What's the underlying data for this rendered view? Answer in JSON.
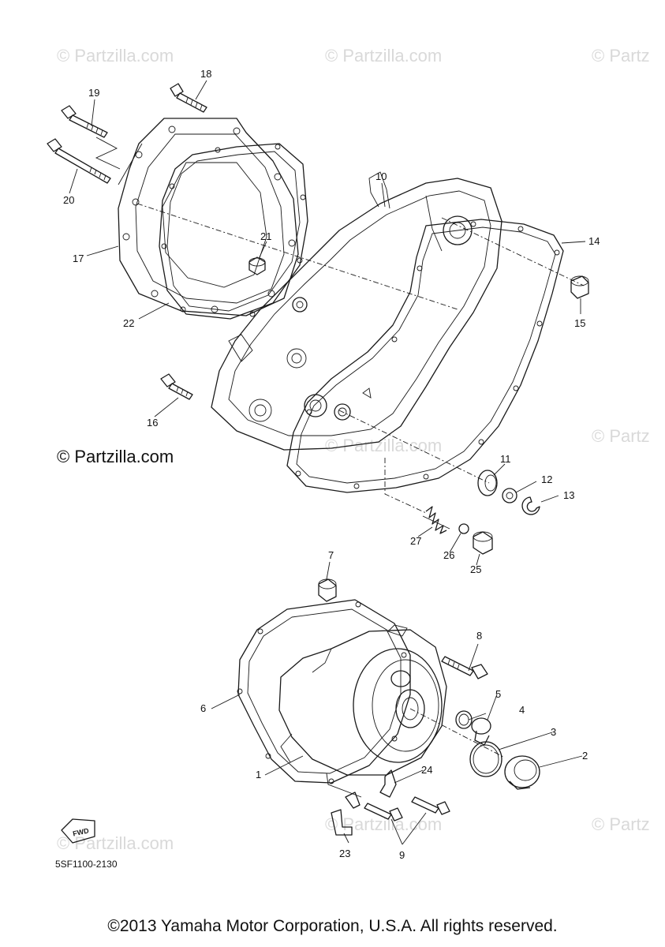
{
  "watermarks": {
    "faint": [
      "© Partzilla.com",
      "© Partzilla.com",
      "© Partz",
      "© Partzilla.com",
      "© Partz",
      "© Partzilla.com",
      "© Partzilla.com",
      "© Partz"
    ],
    "bold": "© Partzilla.com"
  },
  "fwd_badge": "FWD",
  "diagram_code": "5SF1100-2130",
  "copyright": "©2013 Yamaha Motor Corporation, U.S.A. All rights reserved.",
  "callouts": [
    "1",
    "2",
    "3",
    "4",
    "5",
    "6",
    "7",
    "8",
    "9",
    "10",
    "11",
    "12",
    "13",
    "14",
    "15",
    "16",
    "17",
    "18",
    "19",
    "20",
    "21",
    "22",
    "23",
    "24",
    "25",
    "26",
    "27"
  ]
}
